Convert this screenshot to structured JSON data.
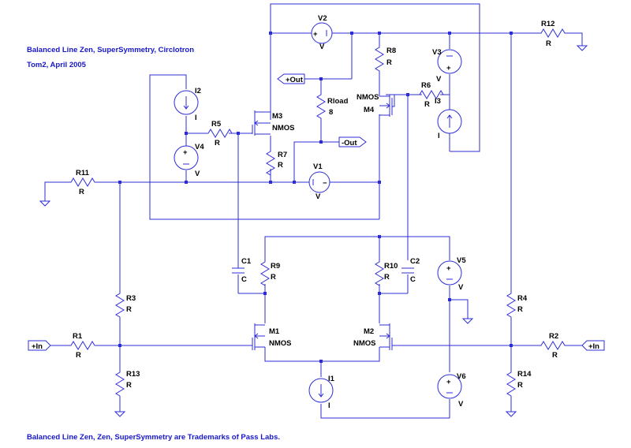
{
  "notes": {
    "title": "Balanced Line Zen, SuperSymmetry, Circlotron",
    "author": "Tom2, April 2005",
    "trademark": "Balanced Line Zen, Zen, SuperSymmetry are Trademarks of Pass Labs."
  },
  "ports": {
    "out_pos": "+Out",
    "out_neg": "-Out",
    "in_left": "+In",
    "in_right": "+In"
  },
  "components": {
    "V2": {
      "name": "V2",
      "value": "V"
    },
    "V1": {
      "name": "V1",
      "value": "V"
    },
    "V3": {
      "name": "V3",
      "value": "V"
    },
    "V4": {
      "name": "V4",
      "value": "V"
    },
    "V5": {
      "name": "V5",
      "value": "V"
    },
    "V6": {
      "name": "V6",
      "value": "V"
    },
    "I1": {
      "name": "I1",
      "value": "I"
    },
    "I2": {
      "name": "I2",
      "value": "I"
    },
    "I3": {
      "name": "I3",
      "value": "I"
    },
    "R1": {
      "name": "R1",
      "value": "R"
    },
    "R2": {
      "name": "R2",
      "value": "R"
    },
    "R3": {
      "name": "R3",
      "value": "R"
    },
    "R4": {
      "name": "R4",
      "value": "R"
    },
    "R5": {
      "name": "R5",
      "value": "R"
    },
    "R6": {
      "name": "R6",
      "value": "R"
    },
    "R7": {
      "name": "R7",
      "value": "R"
    },
    "R8": {
      "name": "R8",
      "value": "R"
    },
    "R9": {
      "name": "R9",
      "value": "R"
    },
    "R10": {
      "name": "R10",
      "value": "R"
    },
    "R11": {
      "name": "R11",
      "value": "R"
    },
    "R12": {
      "name": "R12",
      "value": "R"
    },
    "R13": {
      "name": "R13",
      "value": "R"
    },
    "R14": {
      "name": "R14",
      "value": "R"
    },
    "Rload": {
      "name": "Rload",
      "value": "8"
    },
    "C1": {
      "name": "C1",
      "value": "C"
    },
    "C2": {
      "name": "C2",
      "value": "C"
    },
    "M1": {
      "name": "M1",
      "value": "NMOS"
    },
    "M2": {
      "name": "M2",
      "value": "NMOS"
    },
    "M3": {
      "name": "M3",
      "value": "NMOS"
    },
    "M4": {
      "name": "M4",
      "value": "NMOS"
    }
  }
}
